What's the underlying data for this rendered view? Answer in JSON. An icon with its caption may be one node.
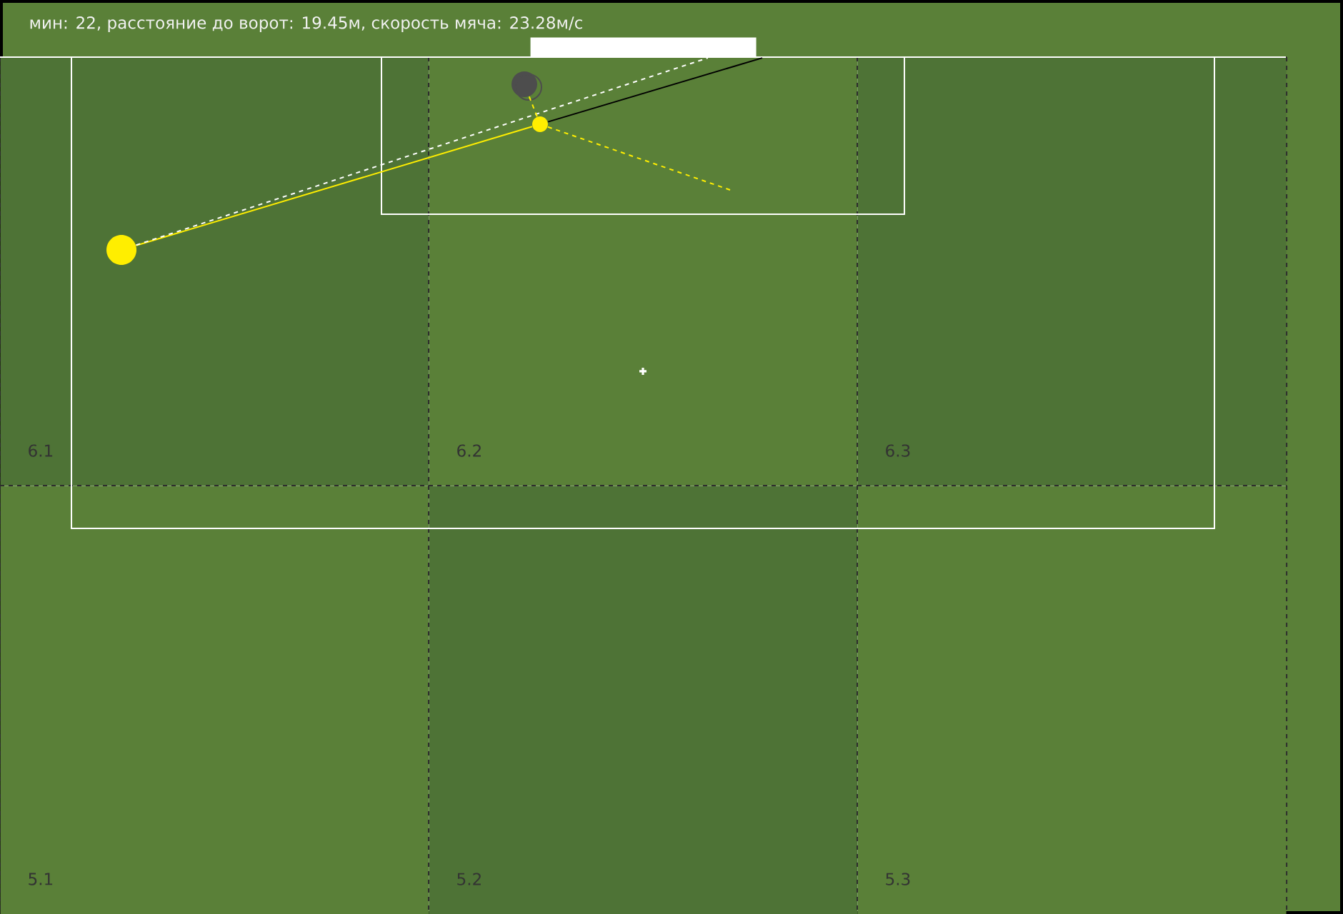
{
  "diagram": {
    "title": "мин: 22, расстояние до ворот: 19.45м, скорость мяча: 23.28м/с",
    "nodes": [
      {
        "text": [],
        "shape": "bar"
      },
      {
        "text": [
          "6.1"
        ]
      },
      {
        "text": [
          "6.2"
        ]
      },
      {
        "text": [
          "6.3"
        ]
      },
      {
        "text": [
          "5.1"
        ]
      },
      {
        "text": [
          "5.2"
        ]
      },
      {
        "text": [
          "5.3"
        ]
      },
      {
        "text": [],
        "shape": "circle",
        "in": 2
      },
      {
        "text": [],
        "shape": "circle",
        "in": 2
      },
      {
        "text": [],
        "shape": "circle",
        "in": 1
      }
    ],
    "edges": [
      {
        "from": 9,
        "to": 8,
        "arrow": "none"
      },
      {
        "from": 9,
        "to": 0,
        "arrow": "none",
        "style": "dashed",
        "color": "#ffffff"
      },
      {
        "from": 8,
        "to": 0,
        "arrow": "none",
        "color": "#000000"
      },
      {
        "from": 8,
        "to": null,
        "arrow": "none",
        "style": "dashed"
      },
      {
        "from": 7,
        "to": 8,
        "arrow": "none",
        "style": "dashed"
      }
    ]
  }
}
